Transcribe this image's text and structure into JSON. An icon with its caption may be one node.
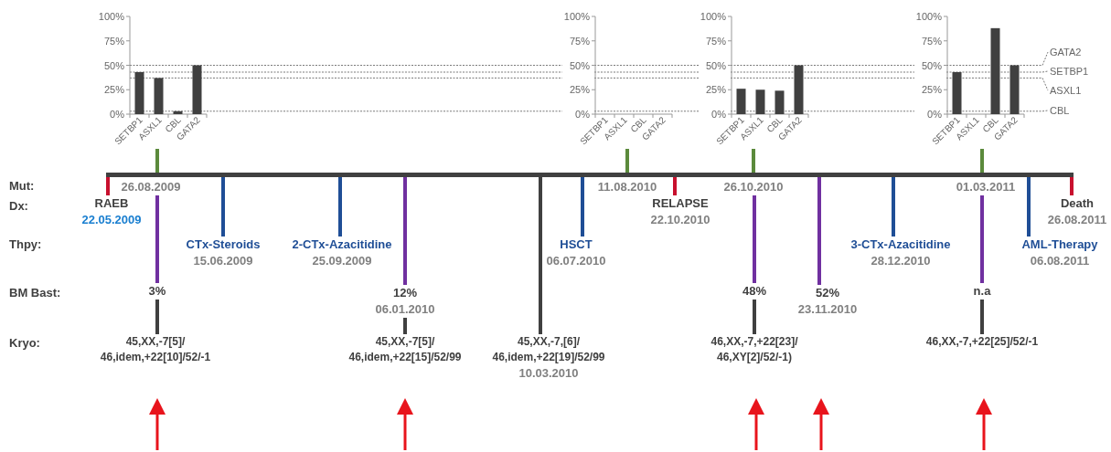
{
  "diagram": {
    "nodes": [
      {
        "text": [],
        "shape": "bar"
      },
      {
        "text": [
          "26.08.2009"
        ]
      },
      {
        "text": [
          "RAEB",
          "22.05.2009"
        ]
      },
      {
        "text": [
          "3%"
        ]
      },
      {
        "text": [
          "45,XX,-7[5]/ 46,idem,+22[10]/52/-1"
        ]
      },
      {
        "text": [
          "CTx-Steroids",
          "15.06.2009"
        ]
      },
      {
        "text": [
          "2-CTx-Azacitidine",
          "25.09.2009"
        ]
      },
      {
        "text": [
          "12%",
          "06.01.2010"
        ]
      },
      {
        "text": [
          "45,XX,-7[5]/ 46,idem,+22[15]/52/99"
        ]
      },
      {
        "text": [
          "45,XX,-7,[6]/ 46,idem,+22[19]/52/99",
          "10.03.2010"
        ]
      },
      {
        "text": [
          "HSCT",
          "06.07.2010"
        ]
      },
      {
        "text": [
          "11.08.2010"
        ]
      },
      {
        "text": [
          "RELAPSE",
          "22.10.2010"
        ]
      },
      {
        "text": [
          "26.10.2010"
        ]
      },
      {
        "text": [
          "48%"
        ]
      },
      {
        "text": [
          "46,XX,-7,+22[23]/ 46,XY[2]/52/-1)"
        ]
      },
      {
        "text": [
          "52%",
          "23.11.2010"
        ]
      },
      {
        "text": [
          "3-CTx-Azacitidine",
          "28.12.2010"
        ]
      },
      {
        "text": [
          "01.03.2011"
        ]
      },
      {
        "text": [
          "n.a"
        ]
      },
      {
        "text": [
          "46,XX,-7,+22[25]/52/-1"
        ]
      },
      {
        "text": [
          "AML-Therapy",
          "06.08.2011"
        ]
      },
      {
        "text": [
          "Death",
          "26.08.2011"
        ]
      }
    ],
    "edges": [
      {
        "from": 0,
        "to": 2,
        "arrow": "none",
        "color": "#c8102e"
      },
      {
        "from": 0,
        "to": 5,
        "arrow": "none",
        "color": "#1f4e96"
      },
      {
        "from": 0,
        "to": 6,
        "arrow": "none",
        "color": "#1f4e96"
      },
      {
        "from": 1,
        "to": 3,
        "arrow": "none",
        "color": "#7030a0"
      },
      {
        "from": 3,
        "to": 4,
        "arrow": "none"
      },
      {
        "from": 0,
        "to": 7,
        "arrow": "none",
        "color": "#7030a0"
      },
      {
        "from": 7,
        "to": 8,
        "arrow": "none"
      },
      {
        "from": 0,
        "to": 9,
        "arrow": "none"
      },
      {
        "from": 0,
        "to": 10,
        "arrow": "none",
        "color": "#1f4e96"
      },
      {
        "from": 0,
        "to": 12,
        "arrow": "none",
        "color": "#c8102e"
      },
      {
        "from": 13,
        "to": 14,
        "arrow": "none",
        "color": "#7030a0"
      },
      {
        "from": 14,
        "to": 15,
        "arrow": "none"
      },
      {
        "from": 0,
        "to": 16,
        "arrow": "none",
        "color": "#7030a0"
      },
      {
        "from": 0,
        "to": 17,
        "arrow": "none",
        "color": "#1f4e96"
      },
      {
        "from": 18,
        "to": 19,
        "arrow": "none",
        "color": "#7030a0"
      },
      {
        "from": 19,
        "to": 20,
        "arrow": "none"
      },
      {
        "from": 0,
        "to": 21,
        "arrow": "none",
        "color": "#1f4e96"
      },
      {
        "from": 0,
        "to": 22,
        "arrow": "none",
        "color": "#c8102e"
      }
    ],
    "labels": [
      "GATA2",
      "SETBP1",
      "ASXL1",
      "CBL",
      "Mut:",
      "Dx:",
      "Thpy:",
      "BM Bast:",
      "Kryo:"
    ],
    "chart_data": [
      {
        "type": "bar",
        "categories": [
          "SETBP1",
          "ASXL1",
          "CBL",
          "GATA2"
        ],
        "values": [
          43,
          37,
          3,
          50
        ],
        "ylim": [
          0,
          100
        ],
        "yticks": [
          {
            "value": 0,
            "label": "0%"
          },
          {
            "value": 25,
            "label": "25%"
          },
          {
            "value": 50,
            "label": "50%"
          },
          {
            "value": 75,
            "label": "75%"
          },
          {
            "value": 100,
            "label": "100%"
          }
        ]
      },
      {
        "type": "bar",
        "categories": [
          "SETBP1",
          "ASXL1",
          "CBL",
          "GATA2"
        ],
        "values": [
          0,
          0,
          0,
          0
        ],
        "ylim": [
          0,
          100
        ],
        "yticks": [
          {
            "value": 0,
            "label": "0%"
          },
          {
            "value": 25,
            "label": "25%"
          },
          {
            "value": 50,
            "label": "50%"
          },
          {
            "value": 75,
            "label": "75%"
          },
          {
            "value": 100,
            "label": "100%"
          }
        ]
      },
      {
        "type": "bar",
        "categories": [
          "SETBP1",
          "ASXL1",
          "CBL",
          "GATA2"
        ],
        "values": [
          26,
          25,
          24,
          50
        ],
        "ylim": [
          0,
          100
        ],
        "yticks": [
          {
            "value": 0,
            "label": "0%"
          },
          {
            "value": 25,
            "label": "25%"
          },
          {
            "value": 50,
            "label": "50%"
          },
          {
            "value": 75,
            "label": "75%"
          },
          {
            "value": 100,
            "label": "100%"
          }
        ]
      },
      {
        "type": "bar",
        "categories": [
          "SETBP1",
          "ASXL1",
          "CBL",
          "GATA2"
        ],
        "values": [
          43,
          0,
          88,
          50
        ],
        "ylim": [
          0,
          100
        ],
        "yticks": [
          {
            "value": 0,
            "label": "0%"
          },
          {
            "value": 25,
            "label": "25%"
          },
          {
            "value": 50,
            "label": "50%"
          },
          {
            "value": 75,
            "label": "75%"
          },
          {
            "value": 100,
            "label": "100%"
          }
        ]
      }
    ]
  }
}
